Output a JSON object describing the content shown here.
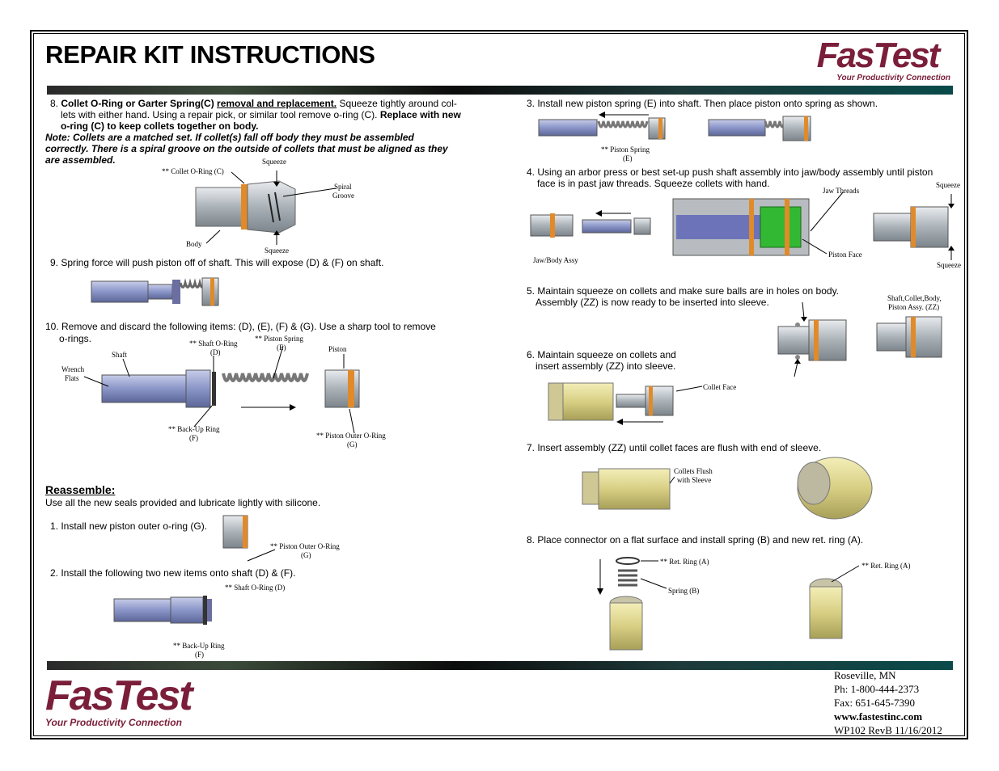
{
  "header": {
    "title": "REPAIR KIT INSTRUCTIONS",
    "logo": {
      "brand": "FasTest",
      "tagline": "Your Productivity Connection",
      "color": "#7a1e3a"
    }
  },
  "left": {
    "step8": {
      "num": "8.",
      "bold_title": "Collet O-Ring or Garter Spring(C)",
      "underline": "removal and replacement.",
      "text_a": "Squeeze tightly around col-",
      "text_b": "lets with either hand. Using a repair pick, or similar tool remove o-ring (C).",
      "bold_b": "Replace with new",
      "bold_c": "o-ring (C) to keep collets together on body.",
      "note1": "Note: Collets are a matched set. If collet(s) fall off body they must be assembled",
      "note2": "correctly. There is a spiral groove on the outside of collets that must be aligned as they",
      "note3": "are assembled.",
      "labels": {
        "oring": "** Collet O-Ring (C)",
        "squeeze_top": "Squeeze",
        "spiral1": "Spiral",
        "spiral2": "Groove",
        "body": "Body",
        "squeeze_bot": "Squeeze"
      }
    },
    "step9": {
      "text": "9.  Spring force will push piston off of shaft. This will expose (D) & (F) on shaft."
    },
    "step10": {
      "line1": "10.  Remove and discard the following items: (D), (E), (F) & (G). Use a sharp tool to remove",
      "line2": "o-rings.",
      "labels": {
        "shaft_oring1": "** Shaft O-Ring",
        "shaft_oring2": "(D)",
        "piston_spring1": "** Piston Spring",
        "piston_spring2": "(E)",
        "piston": "Piston",
        "shaft": "Shaft",
        "wrench1": "Wrench",
        "wrench2": "Flats",
        "backup1": "** Back-Up Ring",
        "backup2": "(F)",
        "outer1": "** Piston Outer O-Ring",
        "outer2": "(G)"
      }
    },
    "reassemble": {
      "heading": "Reassemble:",
      "intro": "Use all the new seals provided and lubricate lightly with silicone.",
      "step1": "1.  Install new piston outer o-ring (G).",
      "step1_label1": "** Piston Outer O-Ring",
      "step1_label2": "(G)",
      "step2": "2.  Install the following two new items onto shaft (D) & (F).",
      "step2_label_d": "** Shaft O-Ring (D)",
      "step2_label_f1": "** Back-Up Ring",
      "step2_label_f2": "(F)"
    }
  },
  "right": {
    "step3": {
      "text": "3.  Install new piston spring (E) into shaft. Then place piston onto spring as shown.",
      "label1": "** Piston Spring",
      "label2": "(E)"
    },
    "step4": {
      "line1": "4.  Using an arbor press or best set-up push shaft assembly into jaw/body assembly until piston",
      "line2": "face is in past jaw threads. Squeeze collets with hand.",
      "labels": {
        "jaw_threads": "Jaw Threads",
        "squeeze_top": "Squeeze",
        "jaw_body": "Jaw/Body Assy",
        "piston_face": "Piston Face",
        "squeeze_bot": "Squeeze"
      }
    },
    "step5": {
      "line1": "5.  Maintain squeeze on collets and make sure balls are in holes on body.",
      "line2": "Assembly (ZZ) is now ready to be inserted into sleeve.",
      "label1": "Shaft,Collet,Body,",
      "label2": "Piston Assy. (ZZ)"
    },
    "step6": {
      "line1": "6.  Maintain squeeze on collets and",
      "line2": "insert assembly (ZZ) into sleeve.",
      "label": "Collet Face"
    },
    "step7": {
      "text": "7. Insert assembly (ZZ) until collet faces are flush with end of sleeve.",
      "label1": "Collets Flush",
      "label2": "with Sleeve"
    },
    "step8": {
      "text": "8. Place connector on a flat surface and install spring (B) and new ret. ring (A).",
      "ret_ring": "** Ret. Ring (A)",
      "spring": "Spring (B)",
      "ret_ring2": "** Ret. Ring (A)"
    }
  },
  "footer": {
    "logo": {
      "brand": "FasTest",
      "tagline": "Your Productivity Connection"
    },
    "city": "Roseville, MN",
    "phone": "Ph: 1-800-444-2373",
    "fax": "Fax: 651-645-7390",
    "web": "www.fastestinc.com",
    "doc": "WP102 RevB 11/16/2012"
  }
}
